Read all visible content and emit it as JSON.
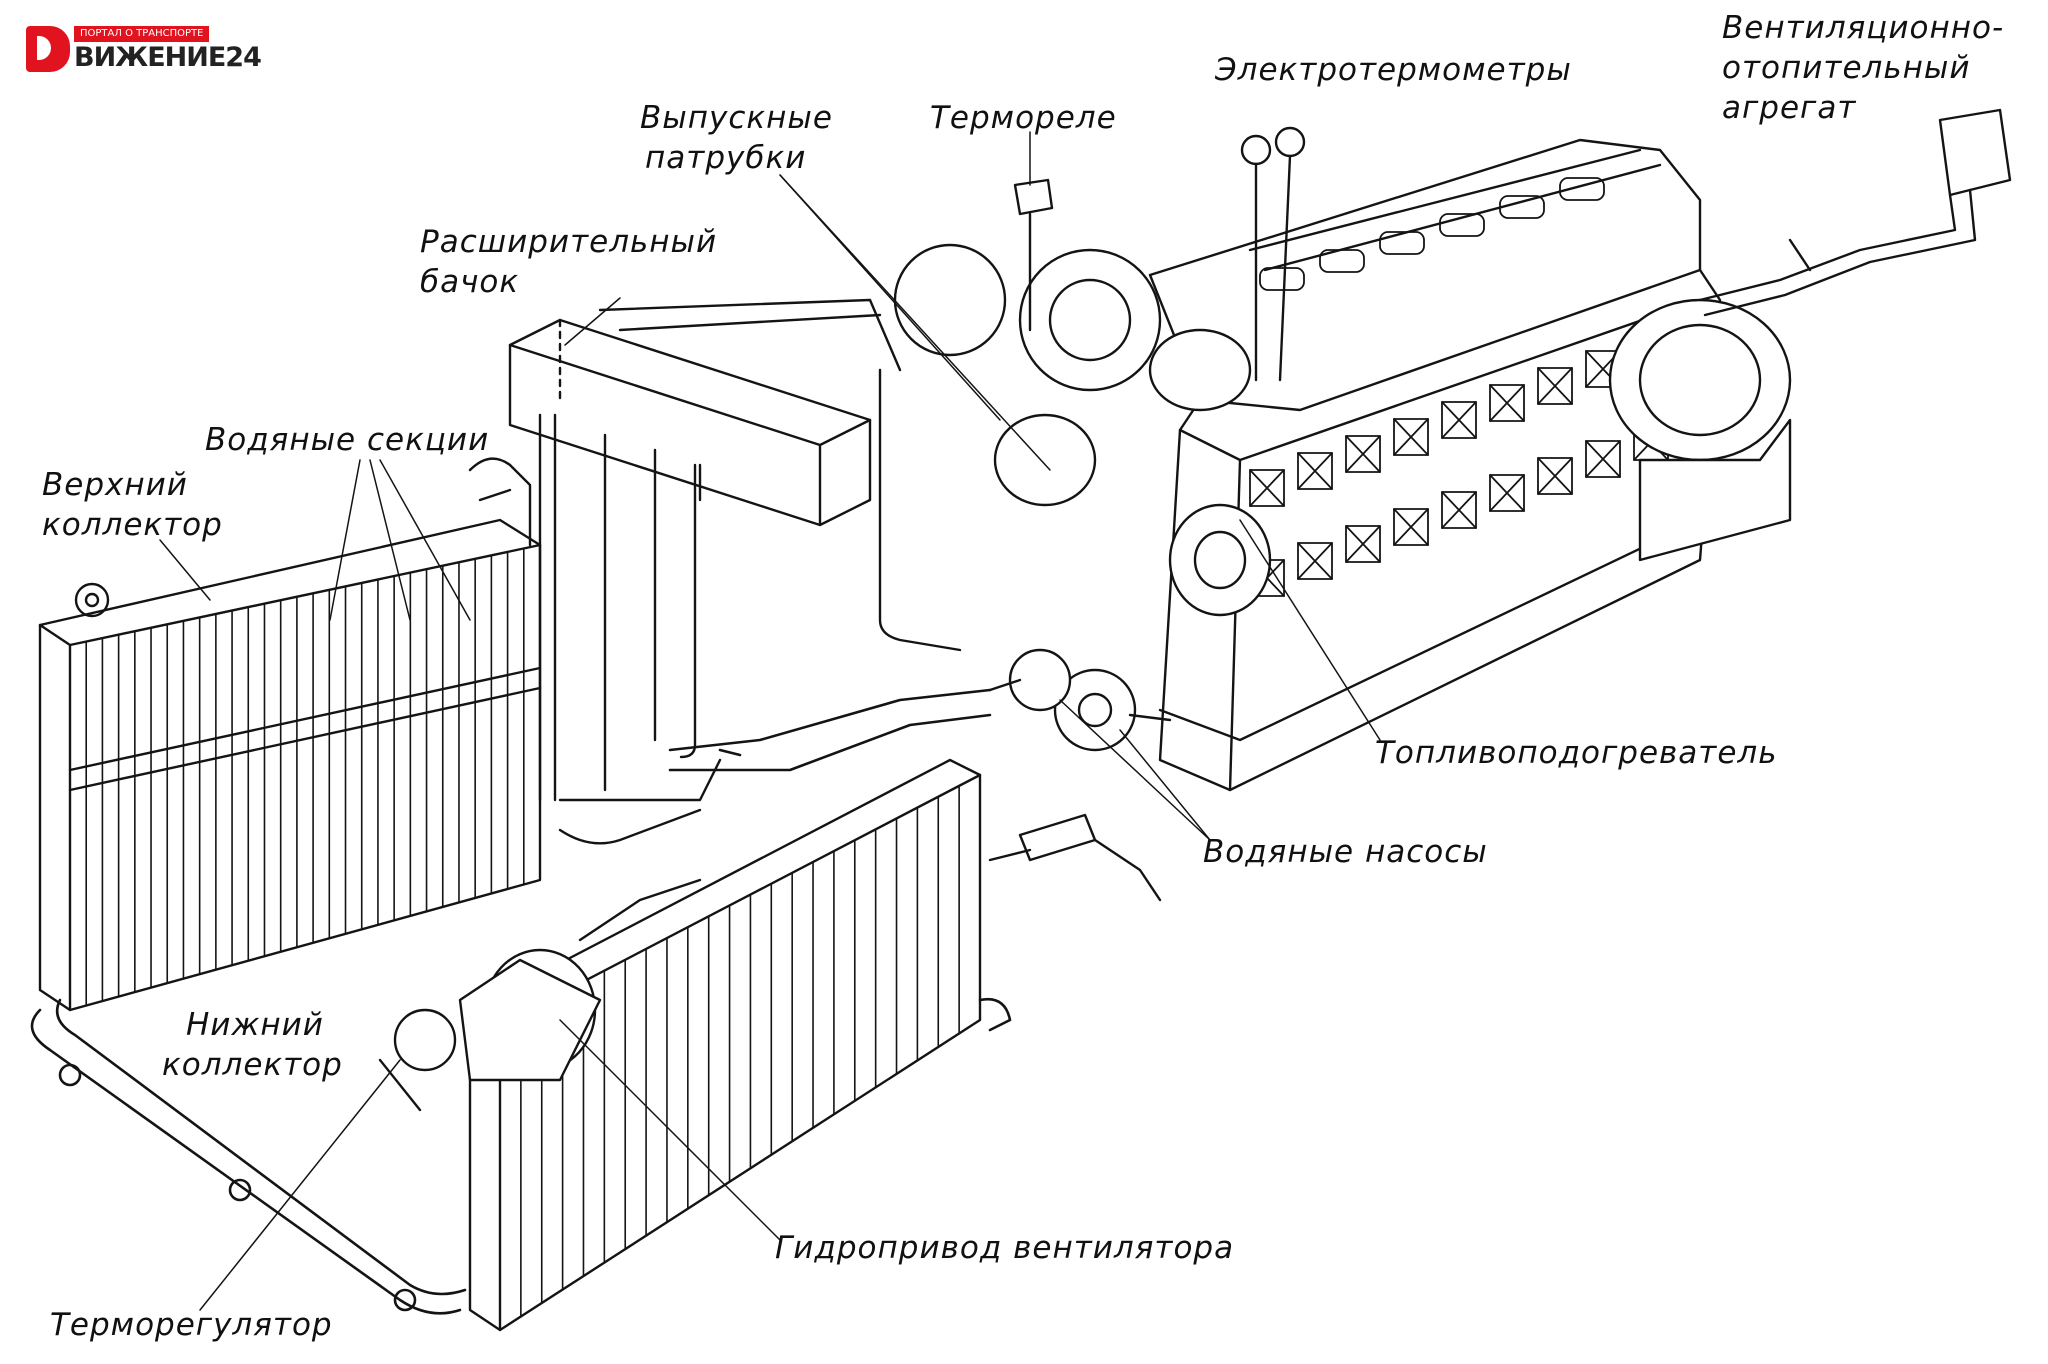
{
  "logo": {
    "tagline": "ПОРТАЛ О ТРАНСПОРТЕ",
    "name": "ВИЖЕНИЕ24"
  },
  "labels": {
    "ventilation_unit": [
      "Вентиляционно-",
      "отопительный",
      "агрегат"
    ],
    "electro_thermometers": "Электротермометры",
    "thermo_relay": "Термореле",
    "exhaust_pipes": [
      "Выпускные",
      "патрубки"
    ],
    "expansion_tank": [
      "Расширительный",
      "бачок"
    ],
    "water_sections": "Водяные секции",
    "upper_collector": [
      "Верхний",
      "коллектор"
    ],
    "fuel_heater": "Топливоподогреватель",
    "water_pumps": "Водяные насосы",
    "lower_collector": [
      "Нижний",
      "коллектор"
    ],
    "fan_hydraulic_drive": "Гидропривод вентилятора",
    "thermoregulator": "Терморегулятор"
  }
}
